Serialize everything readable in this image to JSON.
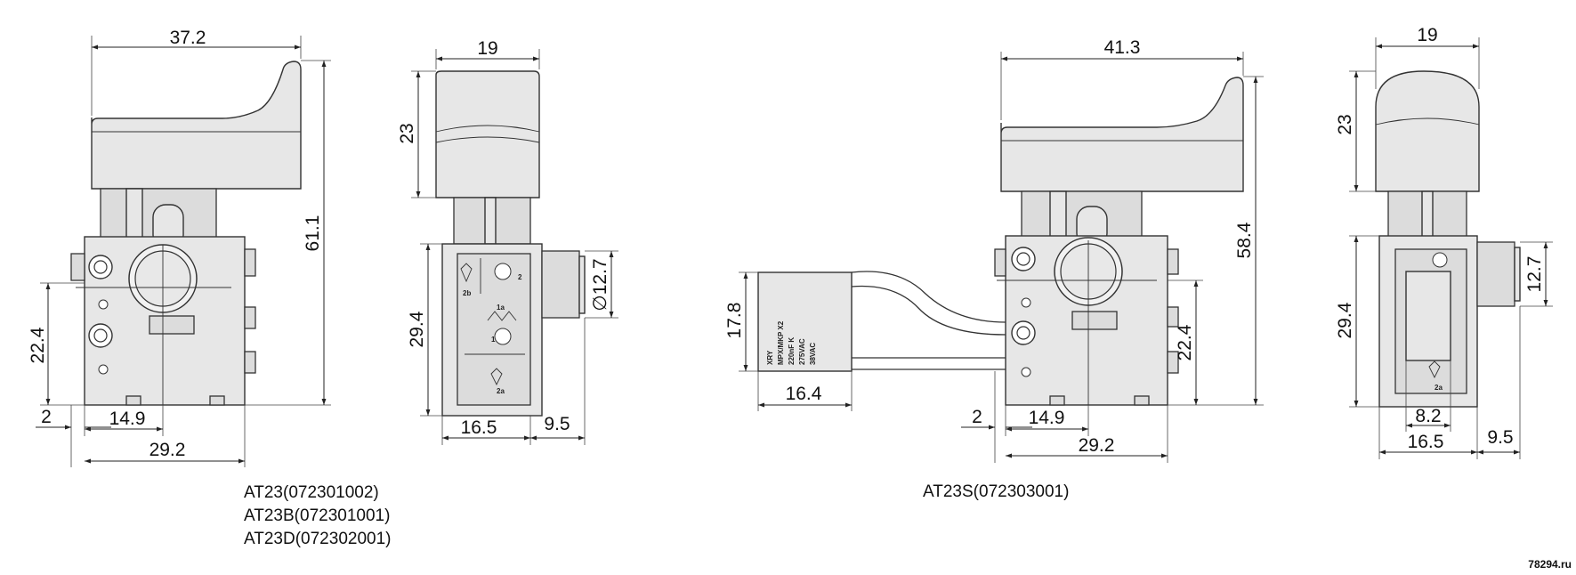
{
  "drawings": {
    "at23": {
      "front_view": {
        "width_top": "37.2",
        "height_total": "61.1",
        "height_lower": "22.4",
        "offset_left": "2",
        "screw_spacing": "14.9",
        "width_base": "29.2"
      },
      "side_view": {
        "width_top": "19",
        "height_trigger": "23",
        "height_body": "29.4",
        "shaft_diameter": "∅12.7",
        "width_body": "16.5",
        "width_shaft": "9.5",
        "terminals": [
          "2",
          "1a",
          "1",
          "2b",
          "2a"
        ]
      },
      "models": [
        "AT23(072301002)",
        "AT23B(072301001)",
        "AT23D(072302001)"
      ]
    },
    "at23s": {
      "capacitor": {
        "height": "17.8",
        "width": "16.4",
        "label_lines": [
          "MPX/MKP X2",
          "220nF K",
          "275VAC",
          "XRY",
          "38VAC"
        ]
      },
      "front_view": {
        "width_top": "41.3",
        "height_total": "58.4",
        "height_lower": "22.4",
        "offset_left": "2",
        "screw_spacing": "14.9",
        "width_base": "29.2"
      },
      "side_view": {
        "width_top": "19",
        "height_trigger": "23",
        "height_body": "29.4",
        "shaft_height": "12.7",
        "inner_width": "8.2",
        "width_body": "16.5",
        "width_shaft": "9.5",
        "terminals": [
          "2a"
        ]
      },
      "models": [
        "AT23S(072303001)"
      ]
    }
  },
  "watermark": "78294.ru"
}
